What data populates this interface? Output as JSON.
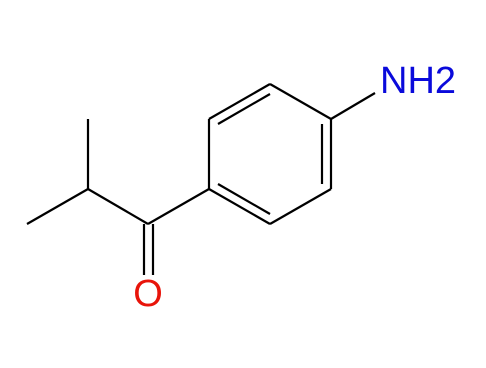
{
  "molecule": {
    "atoms": [
      {
        "id": "nh2",
        "symbol": "NH2",
        "color": "#0a0adb"
      },
      {
        "id": "o",
        "symbol": "O",
        "color": "#e8140a"
      }
    ],
    "bond_color": "#000000"
  }
}
